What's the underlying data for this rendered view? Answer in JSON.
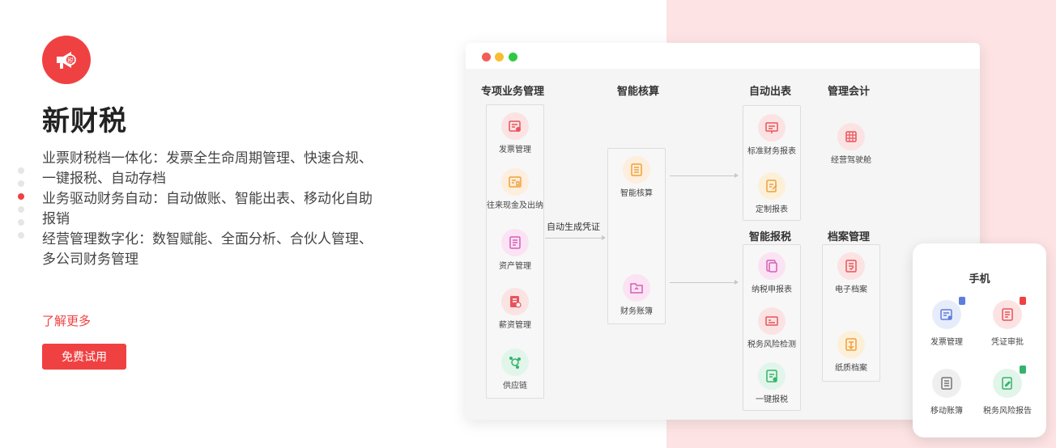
{
  "hero": {
    "title": "新财税",
    "description": [
      "业票财税档一体化：发票全生命周期管理、快速合规、一键报税、自动存档",
      "业务驱动财务自动：自动做账、智能出表、移动化自助报销",
      "经营管理数字化：数智赋能、全面分析、合伙人管理、多公司财务管理"
    ],
    "learn_more": "了解更多",
    "trial_button": "免费试用",
    "brand_color": "#f04142"
  },
  "diagram": {
    "sections": {
      "business": "专项业务管理",
      "accounting": "智能核算",
      "reports": "自动出表",
      "management": "管理会计",
      "tax": "智能报税",
      "archive": "档案管理"
    },
    "auto_voucher_label": "自动生成凭证",
    "business_items": [
      "发票管理",
      "往来现金及出纳",
      "资产管理",
      "薪资管理",
      "供应链"
    ],
    "accounting_items": [
      "智能核算",
      "财务账簿"
    ],
    "report_items": [
      "标准财务报表",
      "定制报表"
    ],
    "management_items": [
      "经营驾驶舱"
    ],
    "tax_items": [
      "纳税申报表",
      "税务风险检测",
      "一键报税"
    ],
    "archive_items": [
      "电子档案",
      "纸质档案"
    ]
  },
  "phone": {
    "title": "手机",
    "items": [
      "发票管理",
      "凭证审批",
      "移动账簿",
      "税务风险报告"
    ]
  }
}
